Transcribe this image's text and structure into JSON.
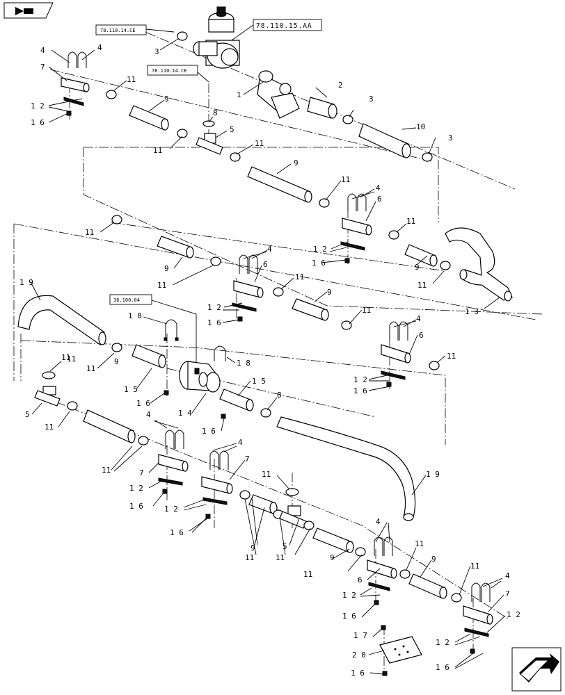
{
  "nav": {
    "prev_icon": "arrow-back-icon",
    "next_icon": "arrow-forward-icon"
  },
  "references": {
    "ref_a": "78.110.14.CE",
    "ref_b": "78.110.15.AA",
    "ref_c": "78.110.14.CE",
    "ref_d": "36.100.04"
  },
  "callouts": {
    "c1": "1",
    "c2": "2",
    "c3a": "3",
    "c3b": "3",
    "c3c": "3",
    "c4a": "4",
    "c4b": "4",
    "c4c": "4",
    "c4d": "4",
    "c4e": "4",
    "c4f": "4",
    "c4g": "4",
    "c4h": "4",
    "c4i": "4",
    "c5a": "5",
    "c5b": "5",
    "c5c": "5",
    "c6a": "6",
    "c6b": "6",
    "c6c": "6",
    "c6d": "6",
    "c7a": "7",
    "c7b": "7",
    "c7c": "7",
    "c7d": "7",
    "c8a": "8",
    "c8b": "8",
    "c9a": "9",
    "c9b": "9",
    "c9c": "9",
    "c9d": "9",
    "c9e": "9",
    "c9f": "9",
    "c9g": "9",
    "c9h": "9",
    "c9i": "9",
    "c10": "10",
    "c11a": "11",
    "c11b": "11",
    "c11c": "11",
    "c11d": "11",
    "c11e": "11",
    "c11f": "11",
    "c11g": "11",
    "c11h": "11",
    "c11i": "11",
    "c11j": "11",
    "c11k": "11",
    "c11l": "11",
    "c11m": "11",
    "c11n": "11",
    "c11o": "11",
    "c11p": "11",
    "c11q": "11",
    "c11r": "11",
    "c11s": "11",
    "c11t": "11",
    "c11u": "11",
    "c11v": "11",
    "c12a": "1 2",
    "c12b": "1 2",
    "c12c": "1 2",
    "c12d": "1 2",
    "c12e": "1 2",
    "c12f": "1 2",
    "c12g": "1 2",
    "c12h": "1 2",
    "c12i": "1 2",
    "c13": "1 3",
    "c14": "1 4",
    "c15a": "1 5",
    "c15b": "1 5",
    "c16a": "1 6",
    "c16b": "1 6",
    "c16c": "1 6",
    "c16d": "1 6",
    "c16e": "1 6",
    "c16f": "1 6",
    "c16g": "1 6",
    "c16h": "1 6",
    "c16i": "1 6",
    "c16j": "1 6",
    "c16k": "1 6",
    "c17": "1 7",
    "c18a": "1 8",
    "c18b": "1 8",
    "c19a": "1 9",
    "c19b": "1 9",
    "c20": "2 0"
  }
}
